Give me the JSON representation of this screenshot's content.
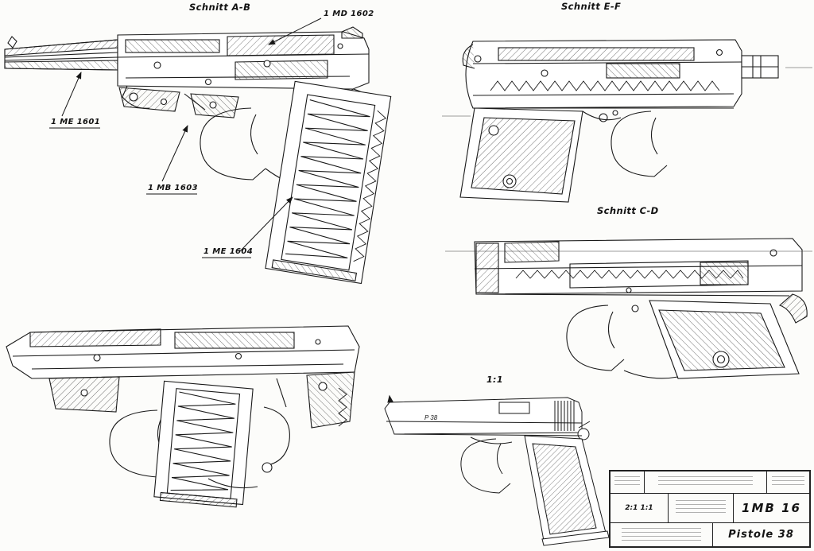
{
  "colors": {
    "paper": "#fcfcfa",
    "ink": "#161616"
  },
  "views": {
    "schnitt_ab": {
      "title": "Schnitt A-B",
      "labels": {
        "md1602": "1 MD 1602",
        "me1601": "1 ME 1601",
        "mb1603": "1 MB 1603",
        "me1604": "1 ME 1604"
      }
    },
    "schnitt_ef": {
      "title": "Schnitt E-F"
    },
    "schnitt_cd": {
      "title": "Schnitt C-D"
    },
    "bottom_left_view": {
      "title": ""
    },
    "scale_view": {
      "scale_label": "1:1",
      "slide_marking": "P 38"
    },
    "title_block": {
      "scale_cell": "2:1  1:1",
      "drawing_number": "1MB 16",
      "drawing_title": "Pistole 38"
    }
  }
}
